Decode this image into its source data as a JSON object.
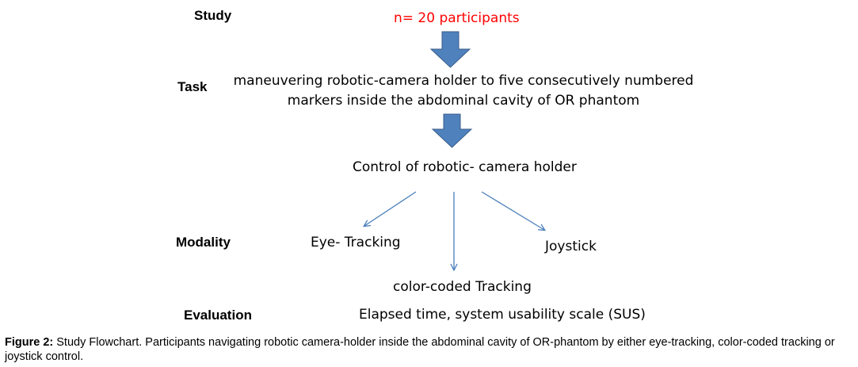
{
  "stage_labels": {
    "study": "Study",
    "task": "Task",
    "modality": "Modality",
    "evaluation": "Evaluation"
  },
  "participants": "n= 20 participants",
  "task_lines": [
    "maneuvering robotic-camera holder to five consecutively numbered",
    "markers inside the abdominal cavity of OR phantom"
  ],
  "control": "Control of robotic- camera holder",
  "modalities": {
    "eye_tracking": "Eye- Tracking",
    "joystick": "Joystick",
    "color_coded": "color-coded Tracking"
  },
  "evaluation_text": "Elapsed time, system usability scale (SUS)",
  "caption": {
    "label": "Figure 2:",
    "text": " Study Flowchart. Participants navigating robotic camera-holder inside the abdominal cavity of OR-phantom by either eye-tracking, color-coded tracking or joystick control."
  },
  "colors": {
    "participants_text": "#ff0000",
    "block_arrow_fill": "#4f81bd",
    "block_arrow_stroke": "#385d8a",
    "line_arrow": "#4a7ebb"
  }
}
